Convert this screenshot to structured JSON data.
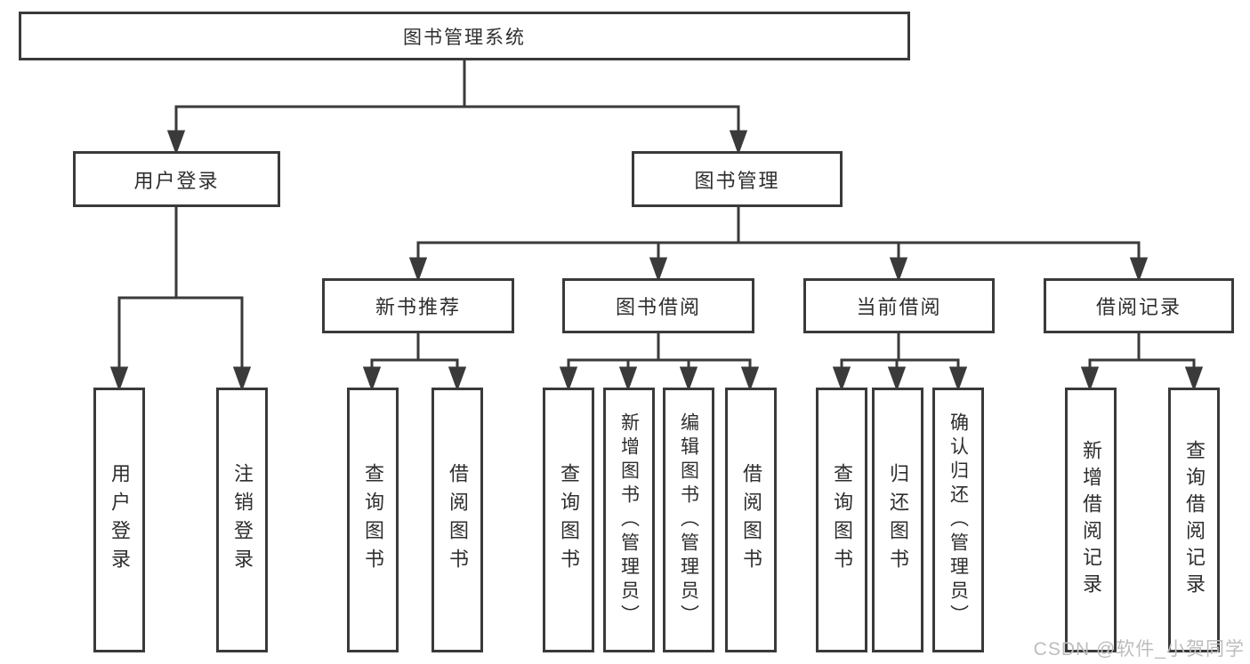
{
  "diagram": {
    "root": "图书管理系统",
    "branches": [
      {
        "label": "用户登录",
        "children": [
          "用户登录",
          "注销登录"
        ]
      },
      {
        "label": "图书管理",
        "groups": [
          {
            "label": "新书推荐",
            "children": [
              "查询图书",
              "借阅图书"
            ]
          },
          {
            "label": "图书借阅",
            "children": [
              "查询图书",
              "新增图书（管理员）",
              "编辑图书（管理员）",
              "借阅图书"
            ]
          },
          {
            "label": "当前借阅",
            "children": [
              "查询图书",
              "归还图书",
              "确认归还（管理员）"
            ]
          },
          {
            "label": "借阅记录",
            "children": [
              "新增借阅记录",
              "查询借阅记录"
            ]
          }
        ]
      }
    ]
  },
  "watermark": "CSDN @软件_小贺同学",
  "colors": {
    "line": "#3a3a3a",
    "box_border": "#3a3a3a",
    "text": "#2e2e2e",
    "watermark": "#bdbdbd",
    "background": "#ffffff"
  }
}
